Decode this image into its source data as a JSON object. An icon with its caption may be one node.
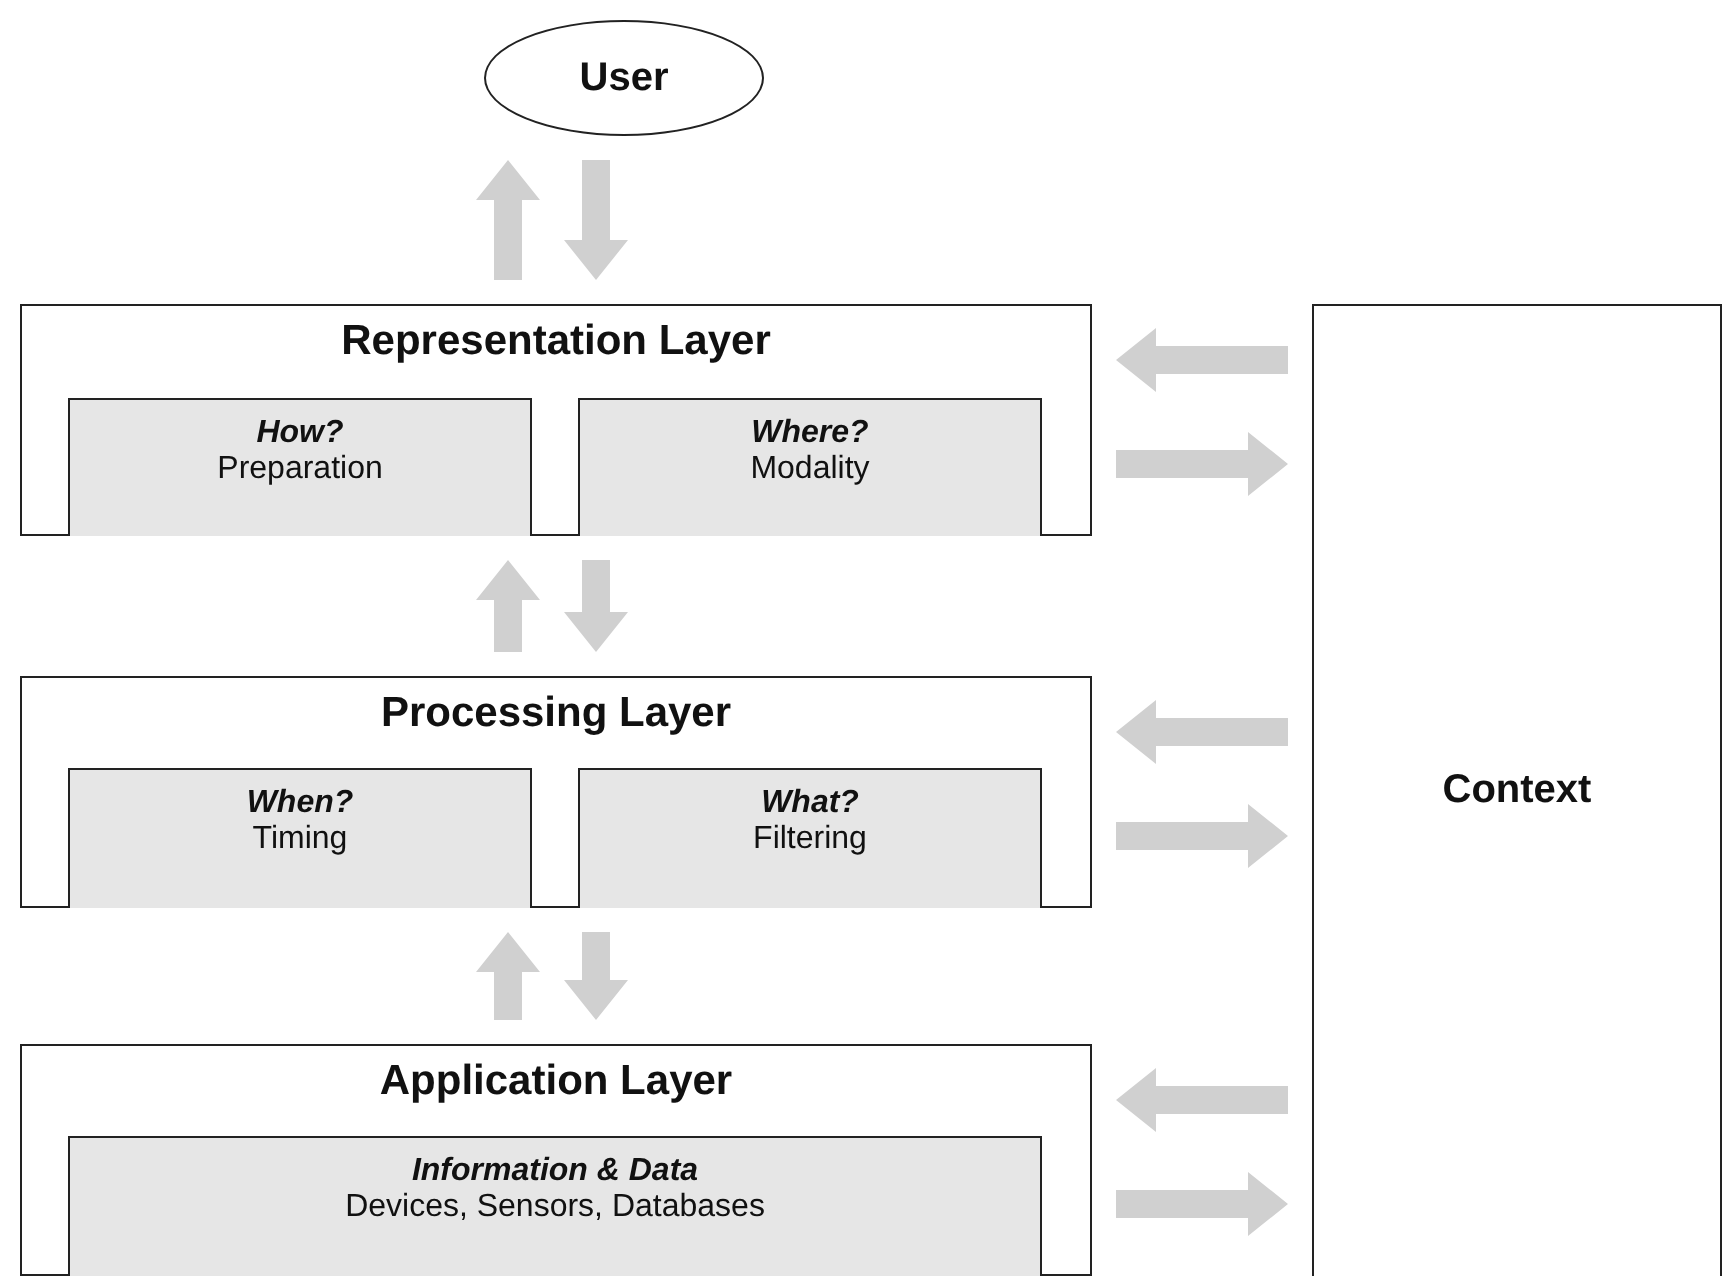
{
  "diagram": {
    "nodes": [
      {
        "text": [
          "User"
        ]
      },
      {
        "text": [
          "Representation Layer"
        ]
      },
      {
        "text": [
          "How?",
          "Preparation"
        ],
        "in": 1
      },
      {
        "text": [
          "Where?",
          "Modality"
        ],
        "in": 1
      },
      {
        "text": [
          "Processing Layer"
        ]
      },
      {
        "text": [
          "When?",
          "Timing"
        ],
        "in": 4
      },
      {
        "text": [
          "What?",
          "Filtering"
        ],
        "in": 4
      },
      {
        "text": [
          "Application Layer"
        ]
      },
      {
        "text": [
          "Information & Data",
          "Devices, Sensors, Databases"
        ],
        "in": 7
      },
      {
        "text": [
          "Context"
        ]
      }
    ],
    "edges": [
      {
        "from": 1,
        "to": 0,
        "arrow": "to"
      },
      {
        "from": 0,
        "to": 1,
        "arrow": "to"
      },
      {
        "from": 4,
        "to": 1,
        "arrow": "to"
      },
      {
        "from": 1,
        "to": 4,
        "arrow": "to"
      },
      {
        "from": 7,
        "to": 4,
        "arrow": "to"
      },
      {
        "from": 4,
        "to": 7,
        "arrow": "to"
      },
      {
        "from": 9,
        "to": 1,
        "arrow": "to"
      },
      {
        "from": 1,
        "to": 9,
        "arrow": "to"
      },
      {
        "from": 9,
        "to": 4,
        "arrow": "to"
      },
      {
        "from": 4,
        "to": 9,
        "arrow": "to"
      },
      {
        "from": 9,
        "to": 7,
        "arrow": "to"
      },
      {
        "from": 7,
        "to": 9,
        "arrow": "to"
      }
    ]
  }
}
